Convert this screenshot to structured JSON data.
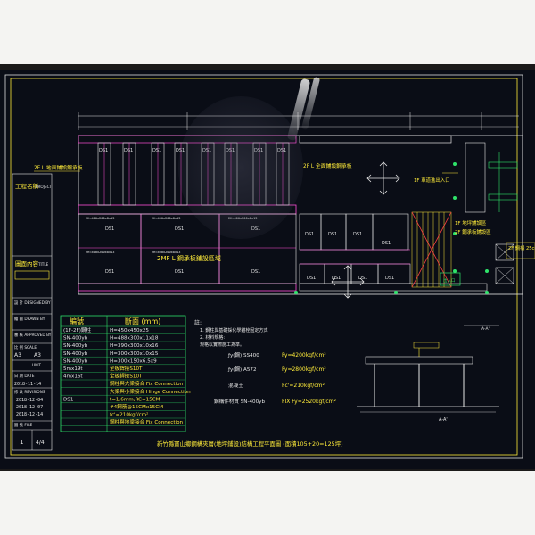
{
  "title_block": {
    "project_label": "工程名稱",
    "project_label_en": "PROJECT",
    "drawing_label": "圖面內容",
    "drawing_label_en": "TITLE",
    "designed_by": "設 計 DESIGNED BY",
    "drawn_by": "繪 圖 DRAWN BY",
    "approved_by": "審 核 APPROVED BY",
    "scale_label": "比 例 SCALE",
    "scale_value": "A3",
    "unit_label": "UNIT",
    "date_label": "日 期 DATE",
    "date_value": "2018-11-14",
    "revisions_label": "修 改 REVISIONS",
    "revisions": [
      "2018-12-04",
      "2018-12-07",
      "2018-12-14"
    ],
    "sheet_label": "圖 號 FILE",
    "sheet_value": "1",
    "sheet_total": "4/4"
  },
  "plan": {
    "panel_tag": "DS1",
    "top_note": "2F L 全面鋪設鋼承板",
    "left_note": "2F L 地面鋪設鋼承板",
    "mid_note": "2MF L 鋼承板鋪設區域",
    "entry_note": "1F 車道進出入口",
    "right_note_1": "1F 地坪鋪設區",
    "right_note_2": "2F 鋼承板鋪設區",
    "right_note_3": "2F 鋼構 25cm",
    "elevation_mark": "A-A'",
    "beam_tag": "2H=400x200x8x13",
    "entrance_tag": "出入口"
  },
  "legend": {
    "col1_header": "編號",
    "col2_header": "斷面 (mm)",
    "rows": [
      [
        "(1F-2F)鋼柱",
        "H=450x450x25"
      ],
      [
        "SN-400yb",
        "H=488x300x11x18"
      ],
      [
        "SN-400yb",
        "H=390x300x10x16"
      ],
      [
        "SN-400yb",
        "H=300x300x10x15"
      ],
      [
        "SN-400yb",
        "H=300x150x6.5x9"
      ],
      [
        "5mx19t",
        "全板銲接S10T"
      ],
      [
        "4mx16t",
        "全板銲接S10T"
      ],
      [
        "",
        "鋼柱與大梁接合 Fix Connection"
      ],
      [
        "",
        "大梁與小梁接合 Hinge Connection"
      ],
      [
        "DS1",
        "t=1.6mm,RC=15CM"
      ],
      [
        "",
        "#4鋼筋@15CMx15CM"
      ],
      [
        "",
        "fc'=210kgf/cm²"
      ],
      [
        "",
        "鋼柱與地梁接合 Fix Connection"
      ]
    ]
  },
  "notes": {
    "header": "註:",
    "line1": "1. 鋼柱與基礎採化學錨栓固定方式",
    "line2": "2. 材料規格:",
    "line3": "   規格以實際施工為準。",
    "mat1": "ƒy(鋼) SS400",
    "mat1_val": "Fy=4200kgf/cm²",
    "mat2": "ƒy(鋼) A572",
    "mat2_val": "Fy=2800kgf/cm²",
    "mat3": "混凝土",
    "mat3_val": "Fc'=210kgf/cm²",
    "mat4": "鋼構件材質 SN-400yb",
    "mat4_val": "FIX Fy=2520kgf/cm²"
  },
  "footer": {
    "caption": "新竹縣寶山鄉鋼構夾層(地坪鋪設)結構工程平面圖 (面積105+20=125坪)"
  },
  "section": {
    "label": "A-A'"
  },
  "colors": {
    "screen_bg": "#0a0d16",
    "cad_white": "#e6e6e6",
    "cad_yellow": "#ffec3a",
    "cad_cyan": "#41e0ff",
    "cad_green": "#2fe36a",
    "cad_magenta": "#ff4fd8",
    "cad_red": "#ff4040"
  }
}
